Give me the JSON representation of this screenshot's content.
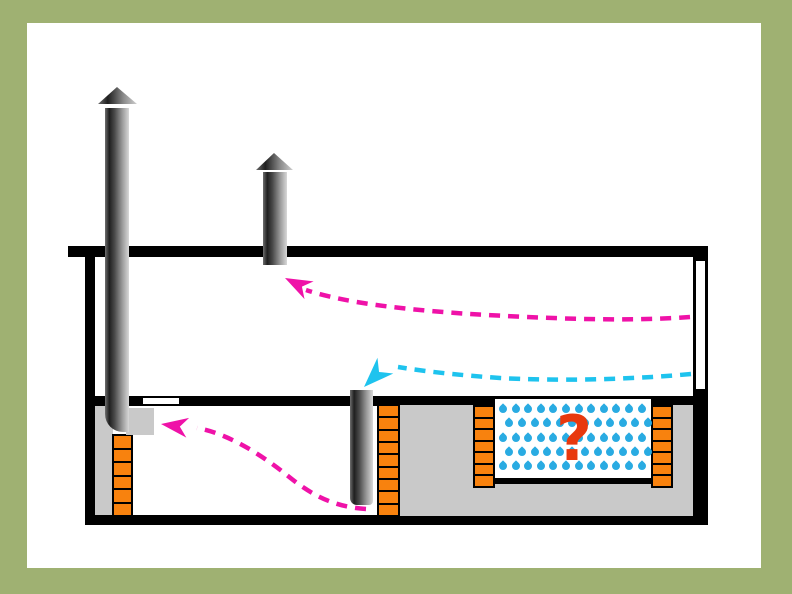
{
  "frame": {
    "matte_color": "#9FB172",
    "paper_color": "#FFFFFF"
  },
  "diagram": {
    "name": "house-cross-section-ventilation-diagram",
    "question_mark": "?",
    "colors": {
      "outline": "#000000",
      "brick": "#F8820E",
      "concrete": "#C9C9C9",
      "pipe-dark": "#1F1F1F",
      "pipe-light": "#D8D8D8",
      "droplet": "#29ABE2",
      "warm-air": "#EF12A8",
      "cool-air": "#1EC3EE",
      "question": "#E8380D"
    },
    "droplet_field": {
      "rows": 5,
      "per_row": 12,
      "col_spacing": 12.6,
      "row_spacing": 14.3,
      "odd_row_offset": 6.3
    },
    "brick_columns": [
      {
        "name": "chimney-inlet-brick-column",
        "bricks": 6
      },
      {
        "name": "duct-side-brick-column",
        "bricks": 9
      },
      {
        "name": "moisture-bed-left-brick-column",
        "bricks": 7
      },
      {
        "name": "moisture-bed-right-brick-column",
        "bricks": 7
      }
    ],
    "arrows": [
      {
        "name": "warm-air-flow-to-roof-vent",
        "color": "warm-air"
      },
      {
        "name": "cool-air-flow-into-duct",
        "color": "cool-air"
      },
      {
        "name": "warm-air-flow-to-chimney-inlet",
        "color": "warm-air"
      }
    ]
  }
}
